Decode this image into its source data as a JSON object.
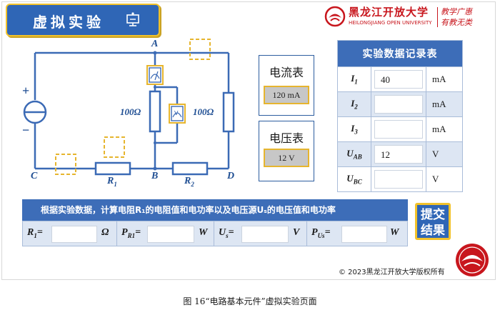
{
  "header": {
    "title": "虚拟实验"
  },
  "logo": {
    "name": "黑龙江开放大学",
    "name_en": "HEILONGJIANG OPEN UNIVERSITY",
    "motto_line1": "教学广惠",
    "motto_line2": "有教无类"
  },
  "circuit": {
    "node_a": "A",
    "node_b": "B",
    "node_c": "C",
    "node_d": "D",
    "plus": "+",
    "minus": "−",
    "r1_label": "R",
    "r1_sub": "1",
    "r2_label": "R",
    "r2_sub": "2",
    "res_left": "100Ω",
    "res_right": "100Ω"
  },
  "ammeter_panel": {
    "title": "电流表",
    "value": "120 mA"
  },
  "voltmeter_panel": {
    "title": "电压表",
    "value": "12  V"
  },
  "record_table": {
    "title": "实验数据记录表",
    "rows": [
      {
        "sym": "I",
        "sub": "1",
        "value": "40",
        "unit": "mA"
      },
      {
        "sym": "I",
        "sub": "2",
        "value": "",
        "unit": "mA"
      },
      {
        "sym": "I",
        "sub": "3",
        "value": "",
        "unit": "mA"
      },
      {
        "sym": "U",
        "sub": "AB",
        "value": "12",
        "unit": "V"
      },
      {
        "sym": "U",
        "sub": "BC",
        "value": "",
        "unit": "V"
      }
    ]
  },
  "calc": {
    "heading": "根据实验数据，计算电阻R₁的电阻值和电功率以及电压源Uₛ的电压值和电功率",
    "fields": [
      {
        "label": "R",
        "sub": "1",
        "eq": "=",
        "unit": "Ω"
      },
      {
        "label": "P",
        "sub": "R1",
        "eq": "=",
        "unit": "W"
      },
      {
        "label": "U",
        "sub": "s",
        "eq": "=",
        "unit": "V"
      },
      {
        "label": "P",
        "sub": "Us",
        "eq": "=",
        "unit": "W"
      }
    ]
  },
  "submit": {
    "line1": "提交",
    "line2": "结果"
  },
  "footer": {
    "copyright": "© 2023黑龙江开放大学版权所有"
  },
  "caption": "图 16“电路基本元件”虚拟实验页面"
}
